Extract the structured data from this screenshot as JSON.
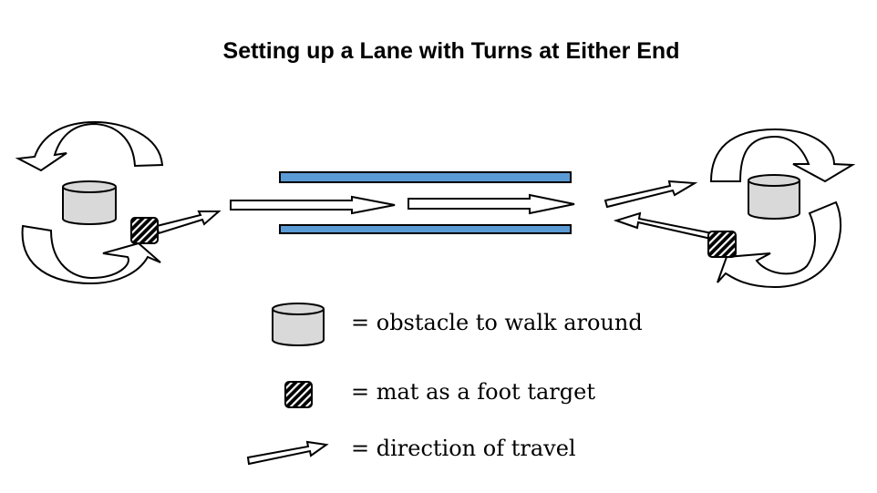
{
  "title": "Setting up a Lane with Turns at Either End",
  "colors": {
    "lane_wall": "#5b9bd5",
    "obstacle_fill": "#d9d9d9",
    "outline": "#000000",
    "arrow_fill": "#ffffff"
  },
  "legend": [
    {
      "symbol": "obstacle-icon",
      "label": "= obstacle to walk around"
    },
    {
      "symbol": "mat-icon",
      "label": "= mat as a foot target"
    },
    {
      "symbol": "arrow-icon",
      "label": "= direction of travel"
    }
  ]
}
